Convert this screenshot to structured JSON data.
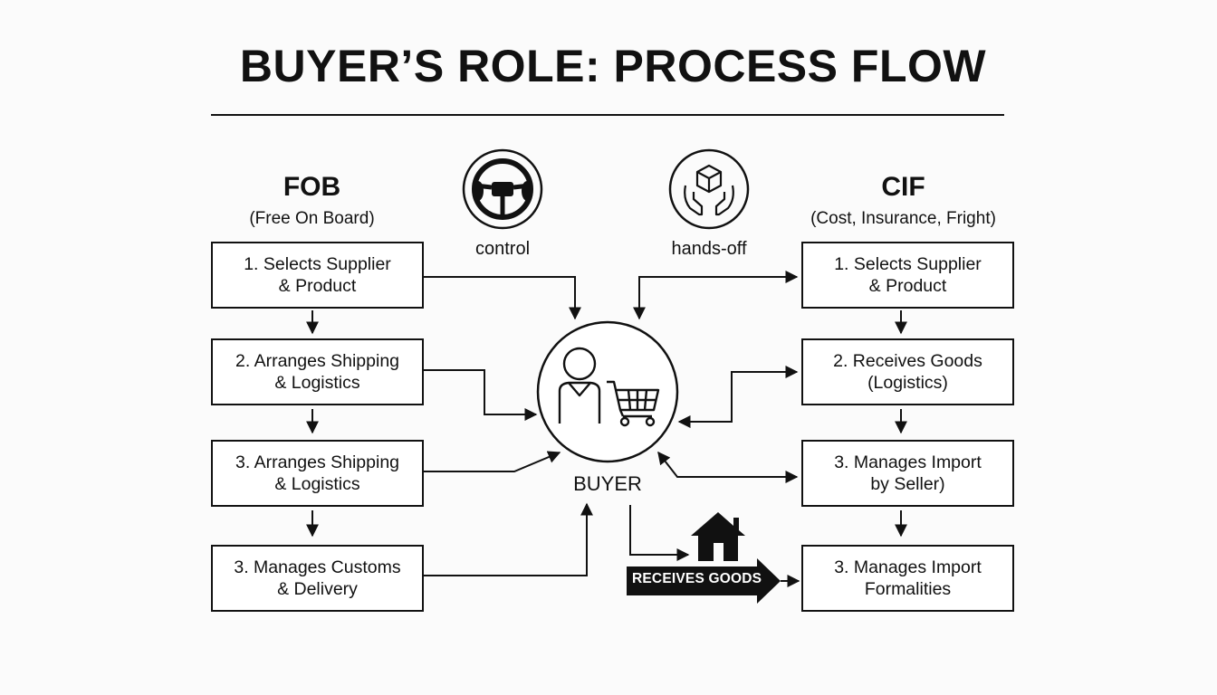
{
  "title": "BUYER’S ROLE: PROCESS FLOW",
  "fob": {
    "heading": "FOB",
    "subheading": "(Free On Board)",
    "steps": [
      "1. Selects Supplier\n& Product",
      "2. Arranges Shipping\n& Logistics",
      "3. Arranges Shipping\n& Logistics",
      "3. Manages Customs\n& Delivery"
    ]
  },
  "cif": {
    "heading": "CIF",
    "subheading": "(Cost, Insurance, Fright)",
    "steps": [
      "1. Selects Supplier\n& Product",
      "2. Receives Goods\n(Logistics)",
      "3. Manages Import\nby Seller)",
      "3. Manages Import\nFormalities"
    ]
  },
  "icons": {
    "control": {
      "icon": "steering-wheel-icon",
      "label": "control"
    },
    "handsoff": {
      "icon": "hands-package-icon",
      "label": "hands-off"
    }
  },
  "buyer": {
    "icon": "buyer-with-cart-icon",
    "label": "BUYER"
  },
  "receives": {
    "icon": "house-icon",
    "label": "RECEIVES GOODS"
  }
}
